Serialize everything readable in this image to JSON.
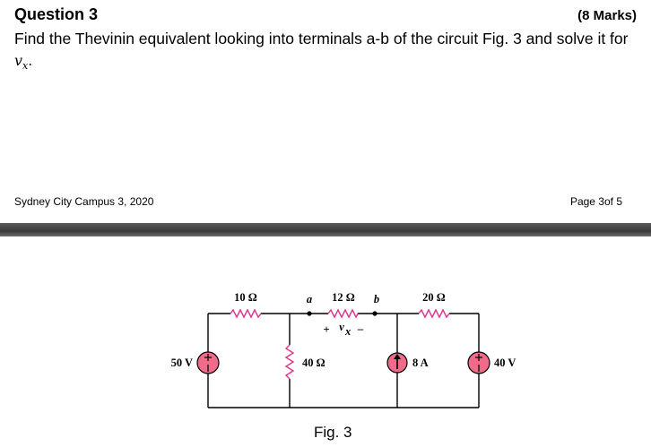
{
  "question": {
    "title": "Question 3",
    "marks": "(8 Marks)",
    "text": "Find the Thevinin equivalent looking into terminals a-b of the circuit Fig. 3 and solve it for",
    "variable": "v",
    "variable_sub": "x",
    "period": "."
  },
  "footer": {
    "campus": "Sydney City Campus 3, 2020",
    "page": "Page 3of 5"
  },
  "circuit": {
    "source_50v": "50 V",
    "r1": "10 Ω",
    "node_a": "a",
    "r2": "12 Ω",
    "node_b": "b",
    "r3": "20 Ω",
    "vx_plus": "+",
    "vx_label": "v",
    "vx_sub": "x",
    "vx_minus": "–",
    "r4": "40 Ω",
    "current_source": "8 A",
    "source_40v": "40 V",
    "wire_color": "#000000",
    "resistor_color": "#e0338f",
    "source_fill": "#f06a8a",
    "caption": "Fig. 3"
  }
}
